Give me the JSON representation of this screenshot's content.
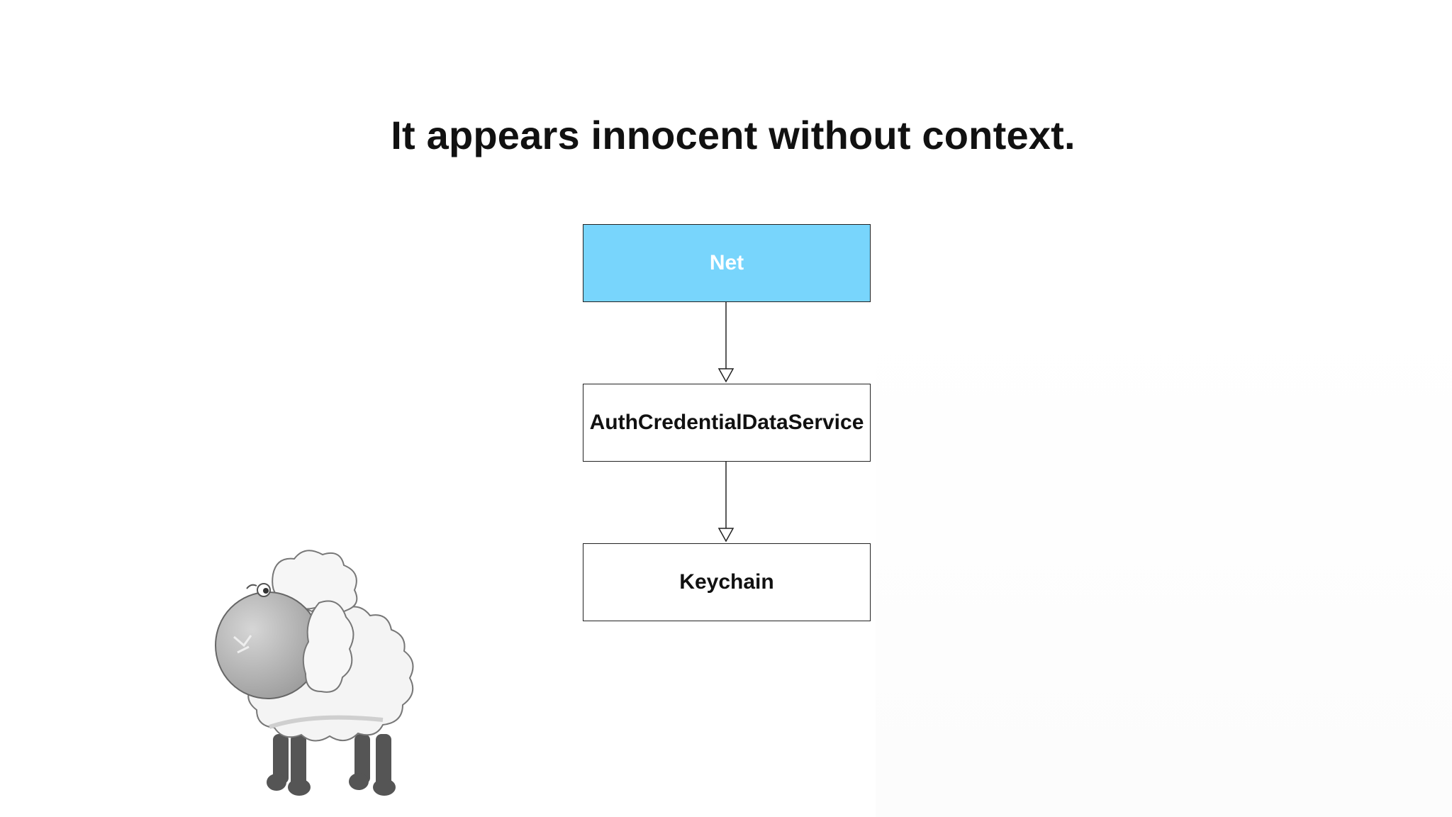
{
  "slide": {
    "title": "It appears innocent without context."
  },
  "diagram": {
    "nodes": [
      {
        "id": "net",
        "label": "Net",
        "fill": "#78d5fc",
        "text_color": "#ffffff"
      },
      {
        "id": "auth",
        "label": "AuthCredentialDataService",
        "fill": "#ffffff",
        "text_color": "#111111"
      },
      {
        "id": "keychain",
        "label": "Keychain",
        "fill": "#ffffff",
        "text_color": "#111111"
      }
    ],
    "edges": [
      {
        "from": "net",
        "to": "auth",
        "style": "hollow-triangle-arrow"
      },
      {
        "from": "auth",
        "to": "keychain",
        "style": "hollow-triangle-arrow"
      }
    ]
  },
  "illustration": {
    "icon": "sheep-icon"
  }
}
